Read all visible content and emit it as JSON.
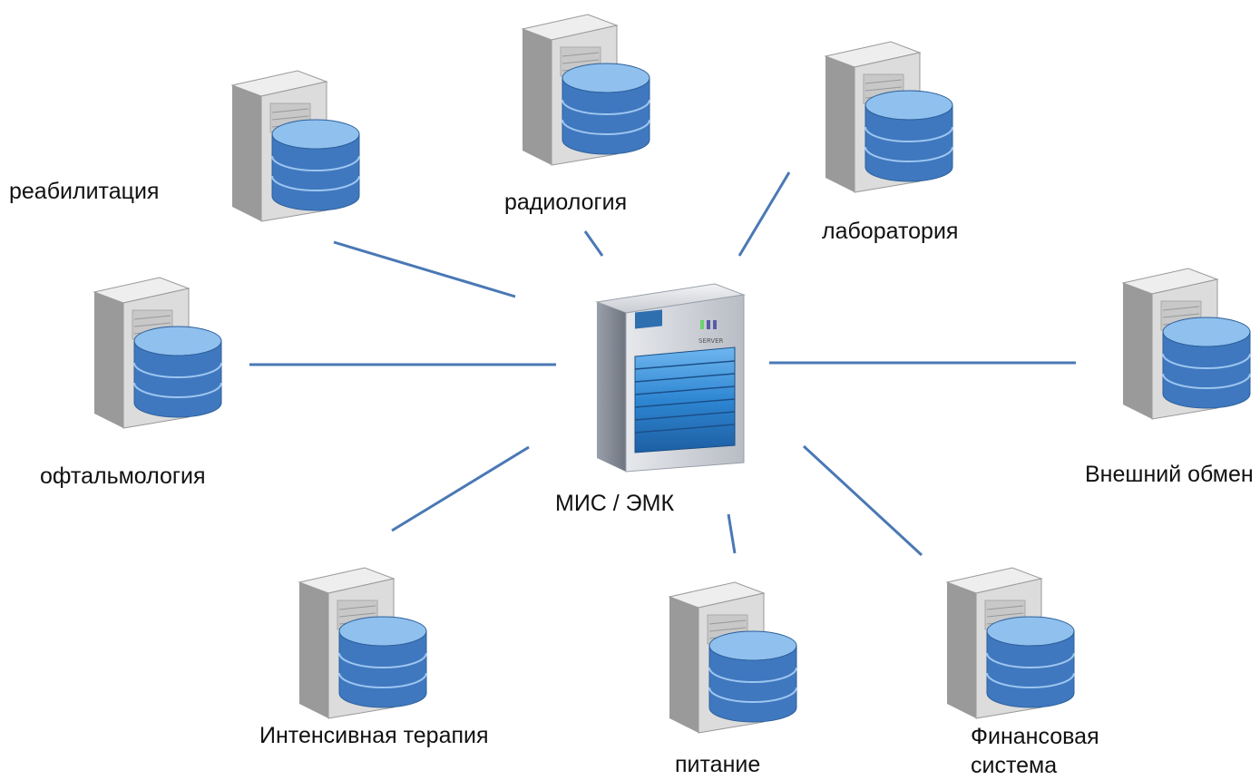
{
  "diagram": {
    "hub": {
      "label": "МИС / ЭМК",
      "icon": "rack-server-icon",
      "badge_text": "SERVER"
    },
    "nodes": [
      {
        "id": "rehab",
        "label": "реабилитация",
        "icon": "database-server-icon"
      },
      {
        "id": "radiology",
        "label": "радиология",
        "icon": "database-server-icon"
      },
      {
        "id": "lab",
        "label": "лаборатория",
        "icon": "database-server-icon"
      },
      {
        "id": "ophthalmology",
        "label": "офтальмология",
        "icon": "database-server-icon"
      },
      {
        "id": "external",
        "label": "Внешний обмен",
        "icon": "database-server-icon"
      },
      {
        "id": "icu",
        "label": "Интенсивная терапия",
        "icon": "database-server-icon"
      },
      {
        "id": "nutrition",
        "label": "питание",
        "icon": "database-server-icon"
      },
      {
        "id": "finance",
        "label_line1": "Финансовая",
        "label_line2": "система",
        "icon": "database-server-icon"
      }
    ],
    "colors": {
      "connector": "#4a78b5",
      "database_top": "#7fb0e3",
      "database_body": "#3f78bf",
      "server_case": "#d9d9d9",
      "hub_panel": "#3a8fd8"
    }
  }
}
